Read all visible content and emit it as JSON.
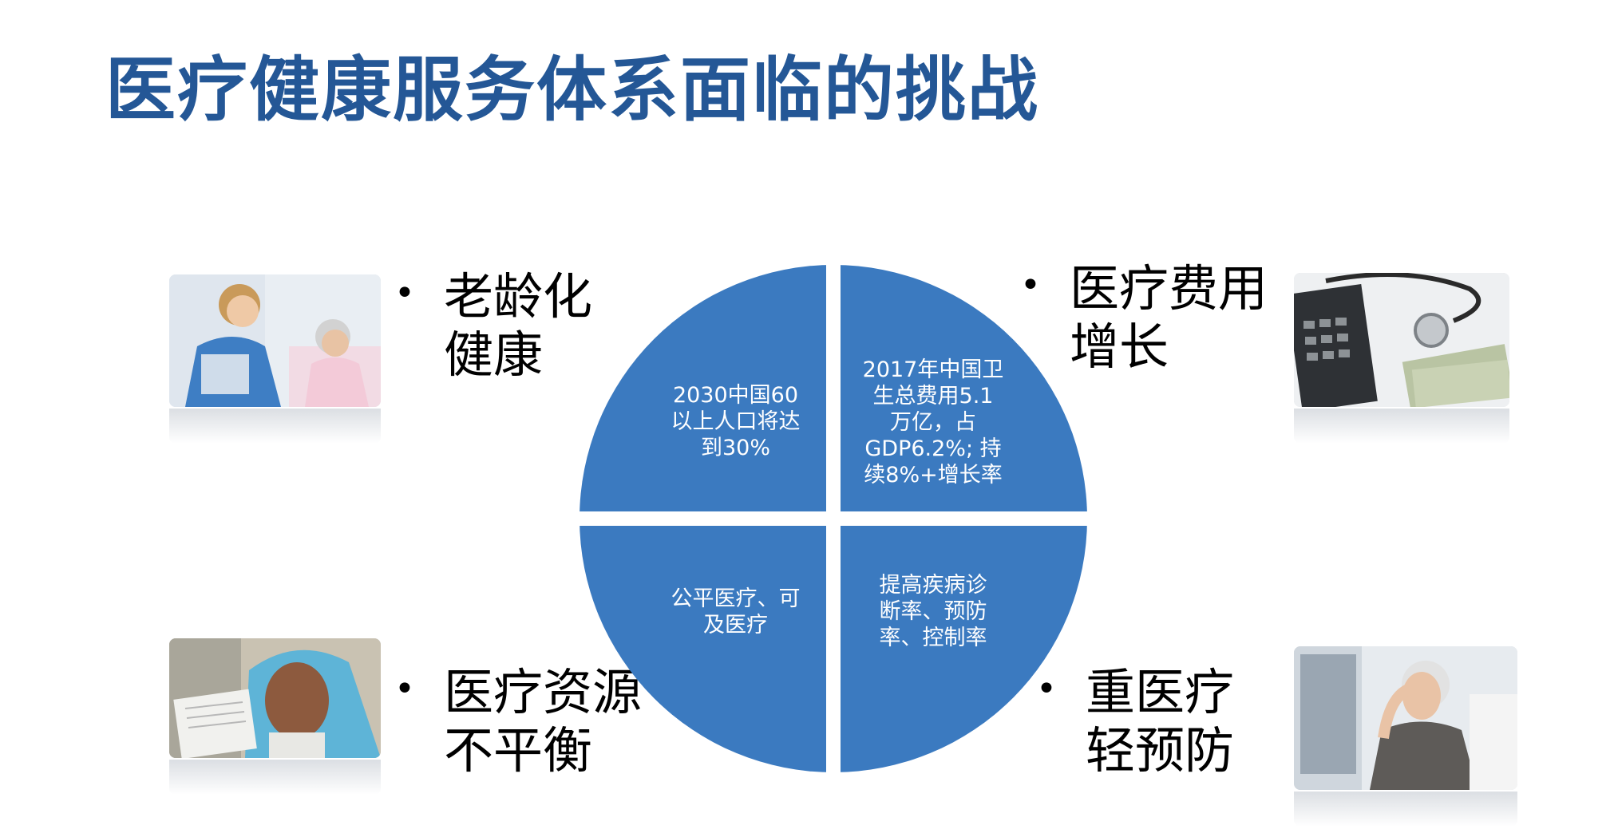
{
  "slide": {
    "title": "医疗健康服务体系面临的挑战"
  },
  "bullets": {
    "top_left": "老龄化\n健康",
    "top_right": "医疗费用\n增长",
    "bottom_left": "医疗资源\n不平衡",
    "bottom_right": "重医疗\n轻预防"
  },
  "pie": {
    "fill_color": "#3b7ac0",
    "gap_color": "#ffffff",
    "quadrants": {
      "top_left": "2030中国60\n以上人口将达\n到30%",
      "top_right": "2017年中国卫\n生总费用5.1\n万亿，占\nGDP6.2%; 持\n续8%+增长率",
      "bottom_left": "公平医疗、可\n及医疗",
      "bottom_right": "提高疾病诊\n断率、预防\n率、控制率"
    }
  },
  "photos": {
    "top_left": "nurse-caring-for-elderly-woman-photo",
    "top_right": "stethoscope-calculator-money-photo",
    "bottom_left": "elderly-woman-holding-medical-card-photo",
    "bottom_right": "elderly-woman-headache-at-computer-photo"
  }
}
